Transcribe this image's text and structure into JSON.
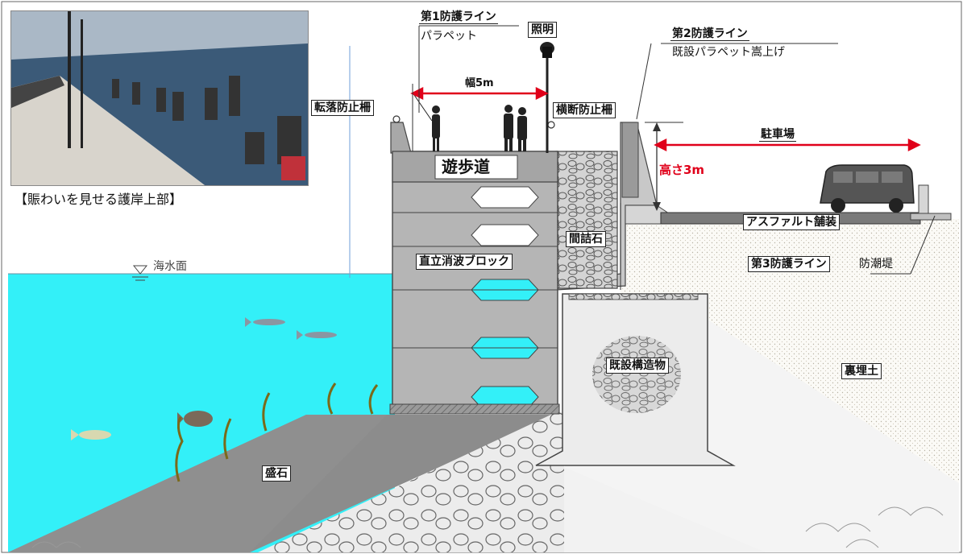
{
  "photo": {
    "caption": "【賑わいを見せる護岸上部】"
  },
  "labels": {
    "line1_title": "第1防護ライン",
    "line1_sub": "パラペット",
    "lighting": "照明",
    "line2_title": "第2防護ライン",
    "line2_sub": "既設パラペット嵩上げ",
    "fall_fence": "転落防止柵",
    "cross_fence": "横断防止柵",
    "width": "幅5m",
    "promenade": "遊歩道",
    "parking": "駐車場",
    "height": "高さ3m",
    "asphalt": "アスファルト舗装",
    "line3_title": "第3防護ライン",
    "line3_sub": "防潮堤",
    "sea_level": "海水面",
    "filler_stone": "間詰石",
    "block": "直立消波ブロック",
    "existing": "既設構造物",
    "backfill": "裏埋土",
    "mound": "盛石"
  },
  "colors": {
    "sea": "#33f0f8",
    "concrete": "#bdbdbd",
    "concrete_dark": "#8c8c8c",
    "red_arrow": "#e0001a",
    "height_text": "#e0001a"
  }
}
